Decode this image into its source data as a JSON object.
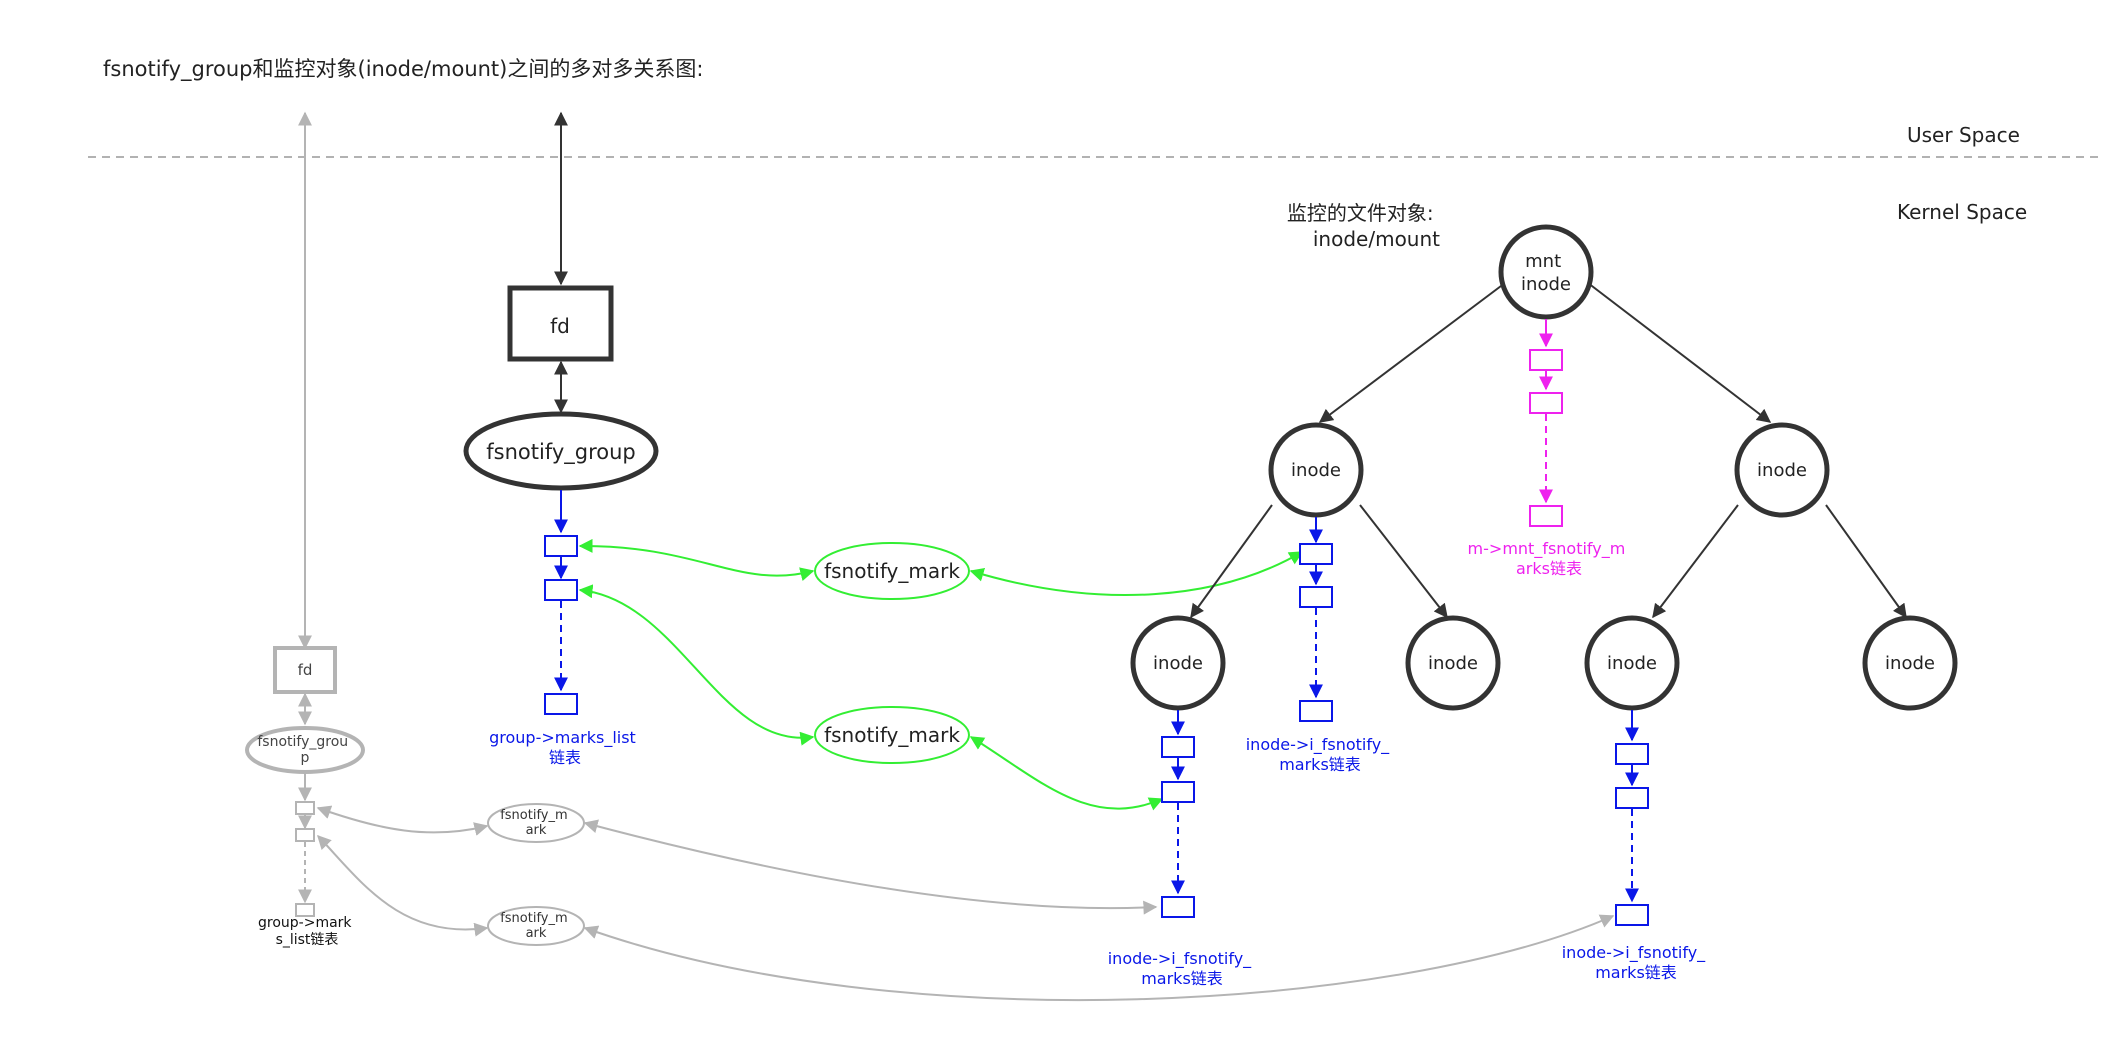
{
  "title": "fsnotify_group和监控对象(inode/mount)之间的多对多关系图:",
  "regions": {
    "user_space": "User Space",
    "kernel_space": "Kernel Space"
  },
  "notes": {
    "watched_objects_line1": "监控的文件对象:",
    "watched_objects_line2": "inode/mount"
  },
  "group_main": {
    "fd": "fd",
    "group": "fsnotify_group",
    "list_label_line1": "group->marks_list",
    "list_label_line2": "链表"
  },
  "group_faded": {
    "fd": "fd",
    "group_line1": "fsnotify_grou",
    "group_line2": "p",
    "list_label_line1": "group->mark",
    "list_label_line2": "s_list链表"
  },
  "marks_main": [
    "fsnotify_mark",
    "fsnotify_mark"
  ],
  "marks_faded": [
    {
      "line1": "fsnotify_m",
      "line2": "ark"
    },
    {
      "line1": "fsnotify_m",
      "line2": "ark"
    }
  ],
  "tree": {
    "root_line1": "mnt",
    "root_line2": "inode",
    "inode_label": "inode"
  },
  "list_labels": {
    "mnt_line1": "m->mnt_fsnotify_m",
    "mnt_line2": "arks链表",
    "inode_line1": "inode->i_fsnotify_",
    "inode_line2": "marks链表"
  },
  "colors": {
    "black": "#333333",
    "blue": "#0a17e8",
    "green": "#33ee33",
    "magenta": "#ee22ee",
    "gray": "#b4b4b4",
    "dash": "#999999"
  }
}
